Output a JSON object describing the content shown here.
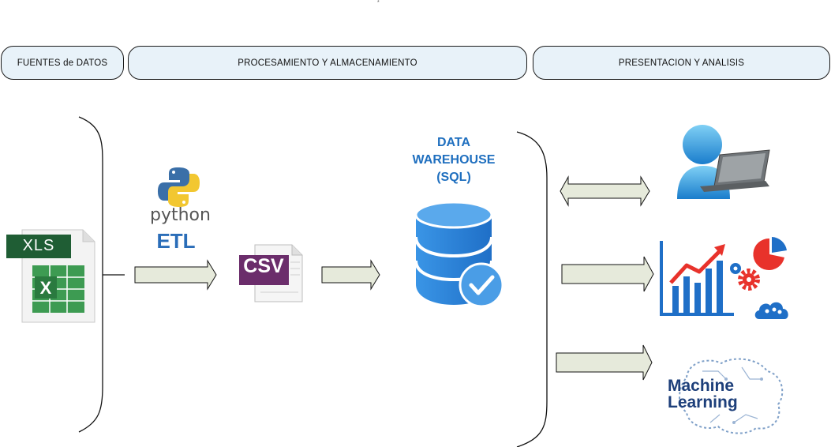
{
  "stages": [
    {
      "label": "FUENTES de DATOS"
    },
    {
      "label": "PROCESAMIENTO Y ALMACENAMIENTO"
    },
    {
      "label": "PRESENTACION Y ANALISIS"
    }
  ],
  "top_mark": "*",
  "sources": {
    "xls_label": "XLS"
  },
  "processing": {
    "python_label": "python",
    "etl_label": "ETL",
    "csv_label": "CSV",
    "warehouse_label": [
      "DATA",
      "WAREHOUSE",
      "(SQL)"
    ]
  },
  "presentation": {
    "ml_label": [
      "Machine",
      "Learning"
    ]
  },
  "colors": {
    "stage_fill": "#e8f2f9",
    "arrow_fill": "#e6eadb",
    "accent_blue": "#1f6fbf",
    "db_blue": "#2d8be0"
  },
  "icons": [
    "xls-file-icon",
    "python-logo-icon",
    "csv-file-icon",
    "database-check-icon",
    "user-laptop-icon",
    "analytics-chart-icon",
    "pie-chart-icon",
    "gear-icon",
    "cloud-users-icon",
    "machine-learning-brain-icon"
  ]
}
